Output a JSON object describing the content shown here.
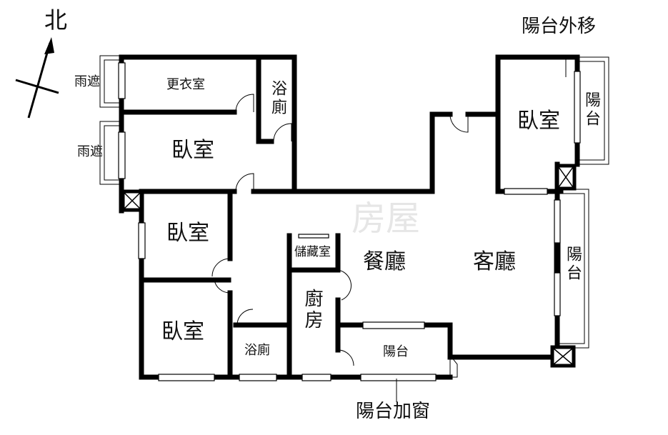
{
  "compass": {
    "label": "北"
  },
  "annotations": {
    "balcony_moved_out": "陽台外移",
    "balcony_add_window": "陽台加窗"
  },
  "rooms": {
    "canopy_1": "雨遮",
    "canopy_2": "雨遮",
    "walk_in_closet": "更衣室",
    "bath_upper": "浴廁",
    "bedroom_upper": "臥室",
    "bedroom_right": "臥室",
    "bedroom_left_mid": "臥室",
    "bedroom_left_low": "臥室",
    "balcony_right_top": "陽台",
    "balcony_right_mid": "陽台",
    "storage": "儲藏室",
    "dining": "餐廳",
    "living": "客廳",
    "kitchen": "廚房",
    "bath_lower": "浴廁",
    "balcony_bottom": "陽台"
  },
  "watermark": "房屋",
  "colors": {
    "wall": "#000000",
    "background": "#ffffff"
  }
}
